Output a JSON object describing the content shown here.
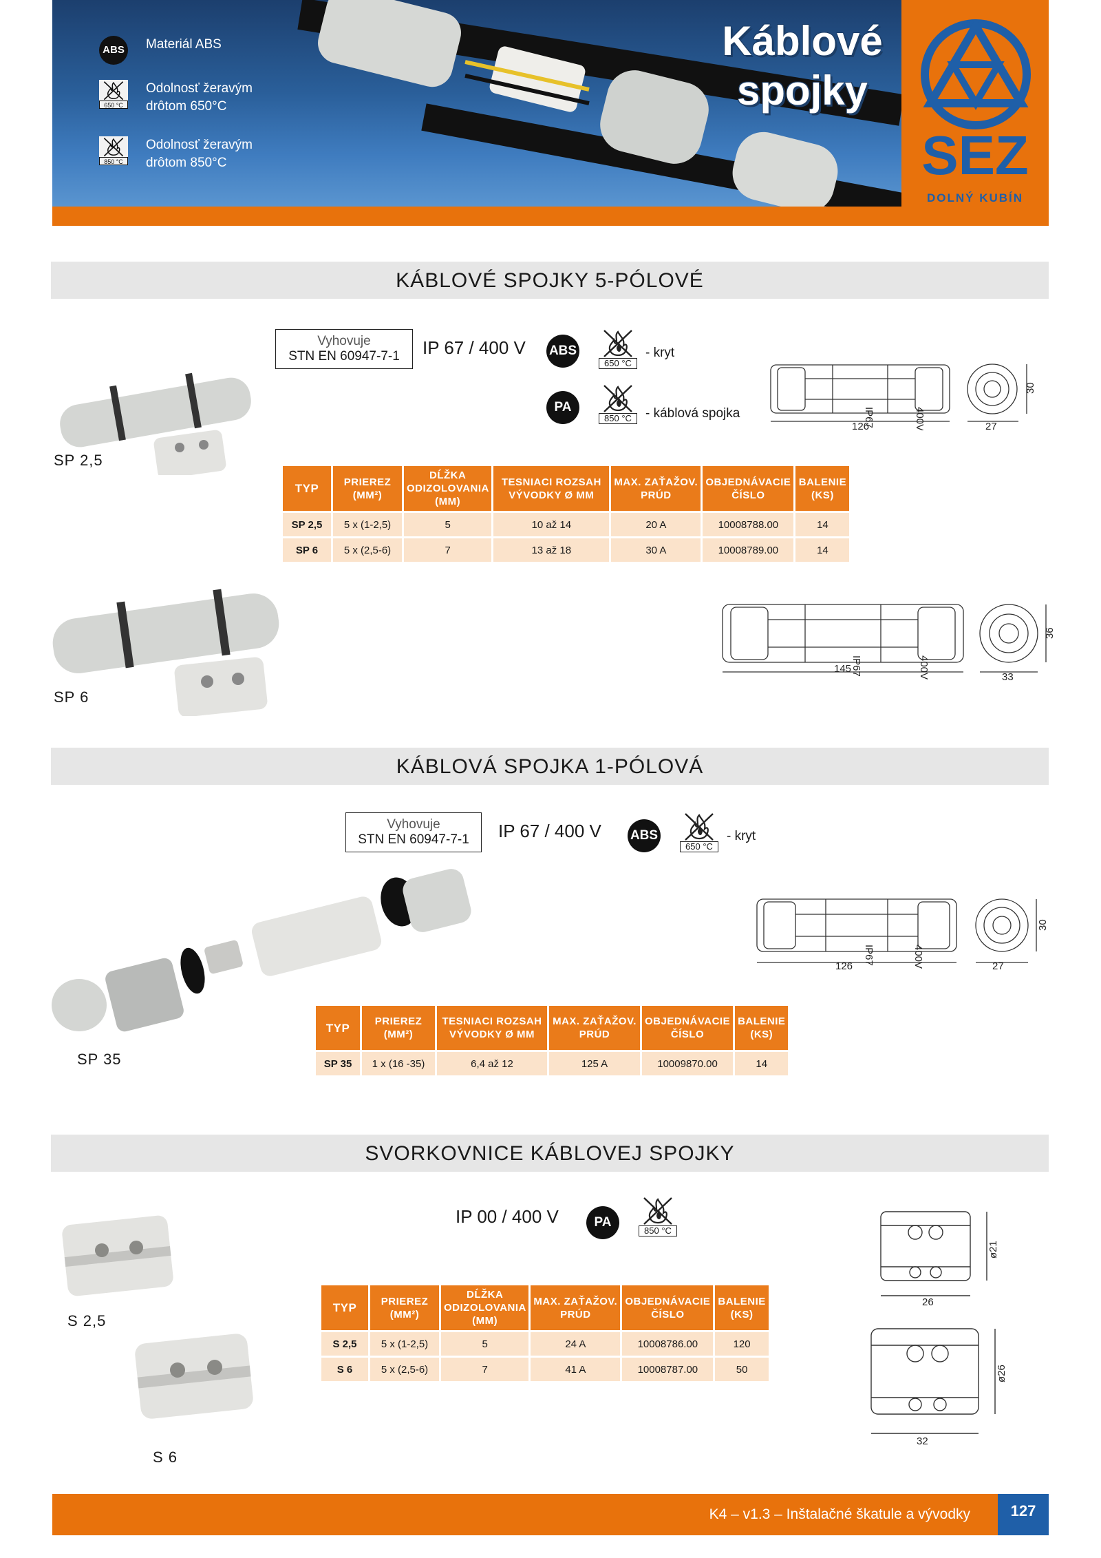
{
  "header": {
    "title_line1": "Káblové",
    "title_line2": "spojky",
    "features": [
      {
        "icon": "abs-badge",
        "badge": "ABS",
        "text": "Materiál ABS"
      },
      {
        "icon": "glow-wire-650-icon",
        "temp": "650 °C",
        "text": "Odolnosť žeravým drôtom 650°C"
      },
      {
        "icon": "glow-wire-850-icon",
        "temp": "850 °C",
        "text": "Odolnosť žeravým drôtom 850°C"
      }
    ],
    "logo": {
      "brand": "SEZ",
      "city": "DOLNÝ KUBÍN",
      "registered": "®"
    }
  },
  "sections": {
    "s1": {
      "title": "KÁBLOVÉ SPOJKY 5-PÓLOVÉ",
      "norm_line1": "Vyhovuje",
      "norm_line2": "STN EN 60947-7-1",
      "ip": "IP 67 / 400 V",
      "mat1": "ABS",
      "temp1": "650 °C",
      "label1": "- kryt",
      "mat2": "PA",
      "temp2": "850 °C",
      "label2": "- káblová spojka",
      "products": [
        "SP 2,5",
        "SP 6"
      ],
      "drawing1": {
        "length": "126",
        "width": "27",
        "height": "30",
        "mark_a": "IP67",
        "mark_b": "400V"
      },
      "drawing2": {
        "length": "145",
        "width": "33",
        "height": "36",
        "mark_a": "IP67",
        "mark_b": "400V"
      },
      "table": {
        "headers": [
          "Typ",
          "Prierez (mm²)",
          "Dĺžka odizolovania (mm)",
          "Tesniaci rozsah vývodky Ø mm",
          "Max. zaťažov. prúd",
          "Objednávacie číslo",
          "Balenie (ks)"
        ],
        "rows": [
          [
            "SP 2,5",
            "5 x (1-2,5)",
            "5",
            "10 až 14",
            "20 A",
            "10008788.00",
            "14"
          ],
          [
            "SP 6",
            "5 x (2,5-6)",
            "7",
            "13 až 18",
            "30 A",
            "10008789.00",
            "14"
          ]
        ]
      }
    },
    "s2": {
      "title": "KÁBLOVÁ SPOJKA 1-PÓLOVÁ",
      "norm_line1": "Vyhovuje",
      "norm_line2": "STN EN 60947-7-1",
      "ip": "IP 67 / 400 V",
      "mat1": "ABS",
      "temp1": "650 °C",
      "label1": "- kryt",
      "product": "SP 35",
      "drawing": {
        "length": "126",
        "width": "27",
        "height": "30",
        "mark_a": "IP67",
        "mark_b": "400V"
      },
      "table": {
        "headers": [
          "Typ",
          "Prierez (mm²)",
          "Tesniaci rozsah vývodky Ø mm",
          "Max. zaťažov. prúd",
          "Objednávacie číslo",
          "Balenie (ks)"
        ],
        "rows": [
          [
            "SP 35",
            "1 x (16 -35)",
            "6,4 až 12",
            "125 A",
            "10009870.00",
            "14"
          ]
        ]
      }
    },
    "s3": {
      "title": "SVORKOVNICE KÁBLOVEJ SPOJKY",
      "ip": "IP 00 / 400 V",
      "mat1": "PA",
      "temp1": "850 °C",
      "products": [
        "S 2,5",
        "S 6"
      ],
      "drawing1": {
        "width": "26",
        "diameter": "ø21"
      },
      "drawing2": {
        "width": "32",
        "diameter": "ø26"
      },
      "table": {
        "headers": [
          "Typ",
          "Prierez (mm²)",
          "Dĺžka odizolovania (mm)",
          "Max. zaťažov. prúd",
          "Objednávacie číslo",
          "Balenie (ks)"
        ],
        "rows": [
          [
            "S 2,5",
            "5 x (1-2,5)",
            "5",
            "24 A",
            "10008786.00",
            "120"
          ],
          [
            "S 6",
            "5 x (2,5-6)",
            "7",
            "41 A",
            "10008787.00",
            "50"
          ]
        ]
      }
    }
  },
  "footer": {
    "text": "K4 – v1.3 – Inštalačné škatule a vývodky",
    "page": "127"
  },
  "colors": {
    "orange": "#e8720c",
    "table_header": "#ea7b1a",
    "table_cell": "#fbe3cb",
    "blue": "#1f5fa8"
  }
}
